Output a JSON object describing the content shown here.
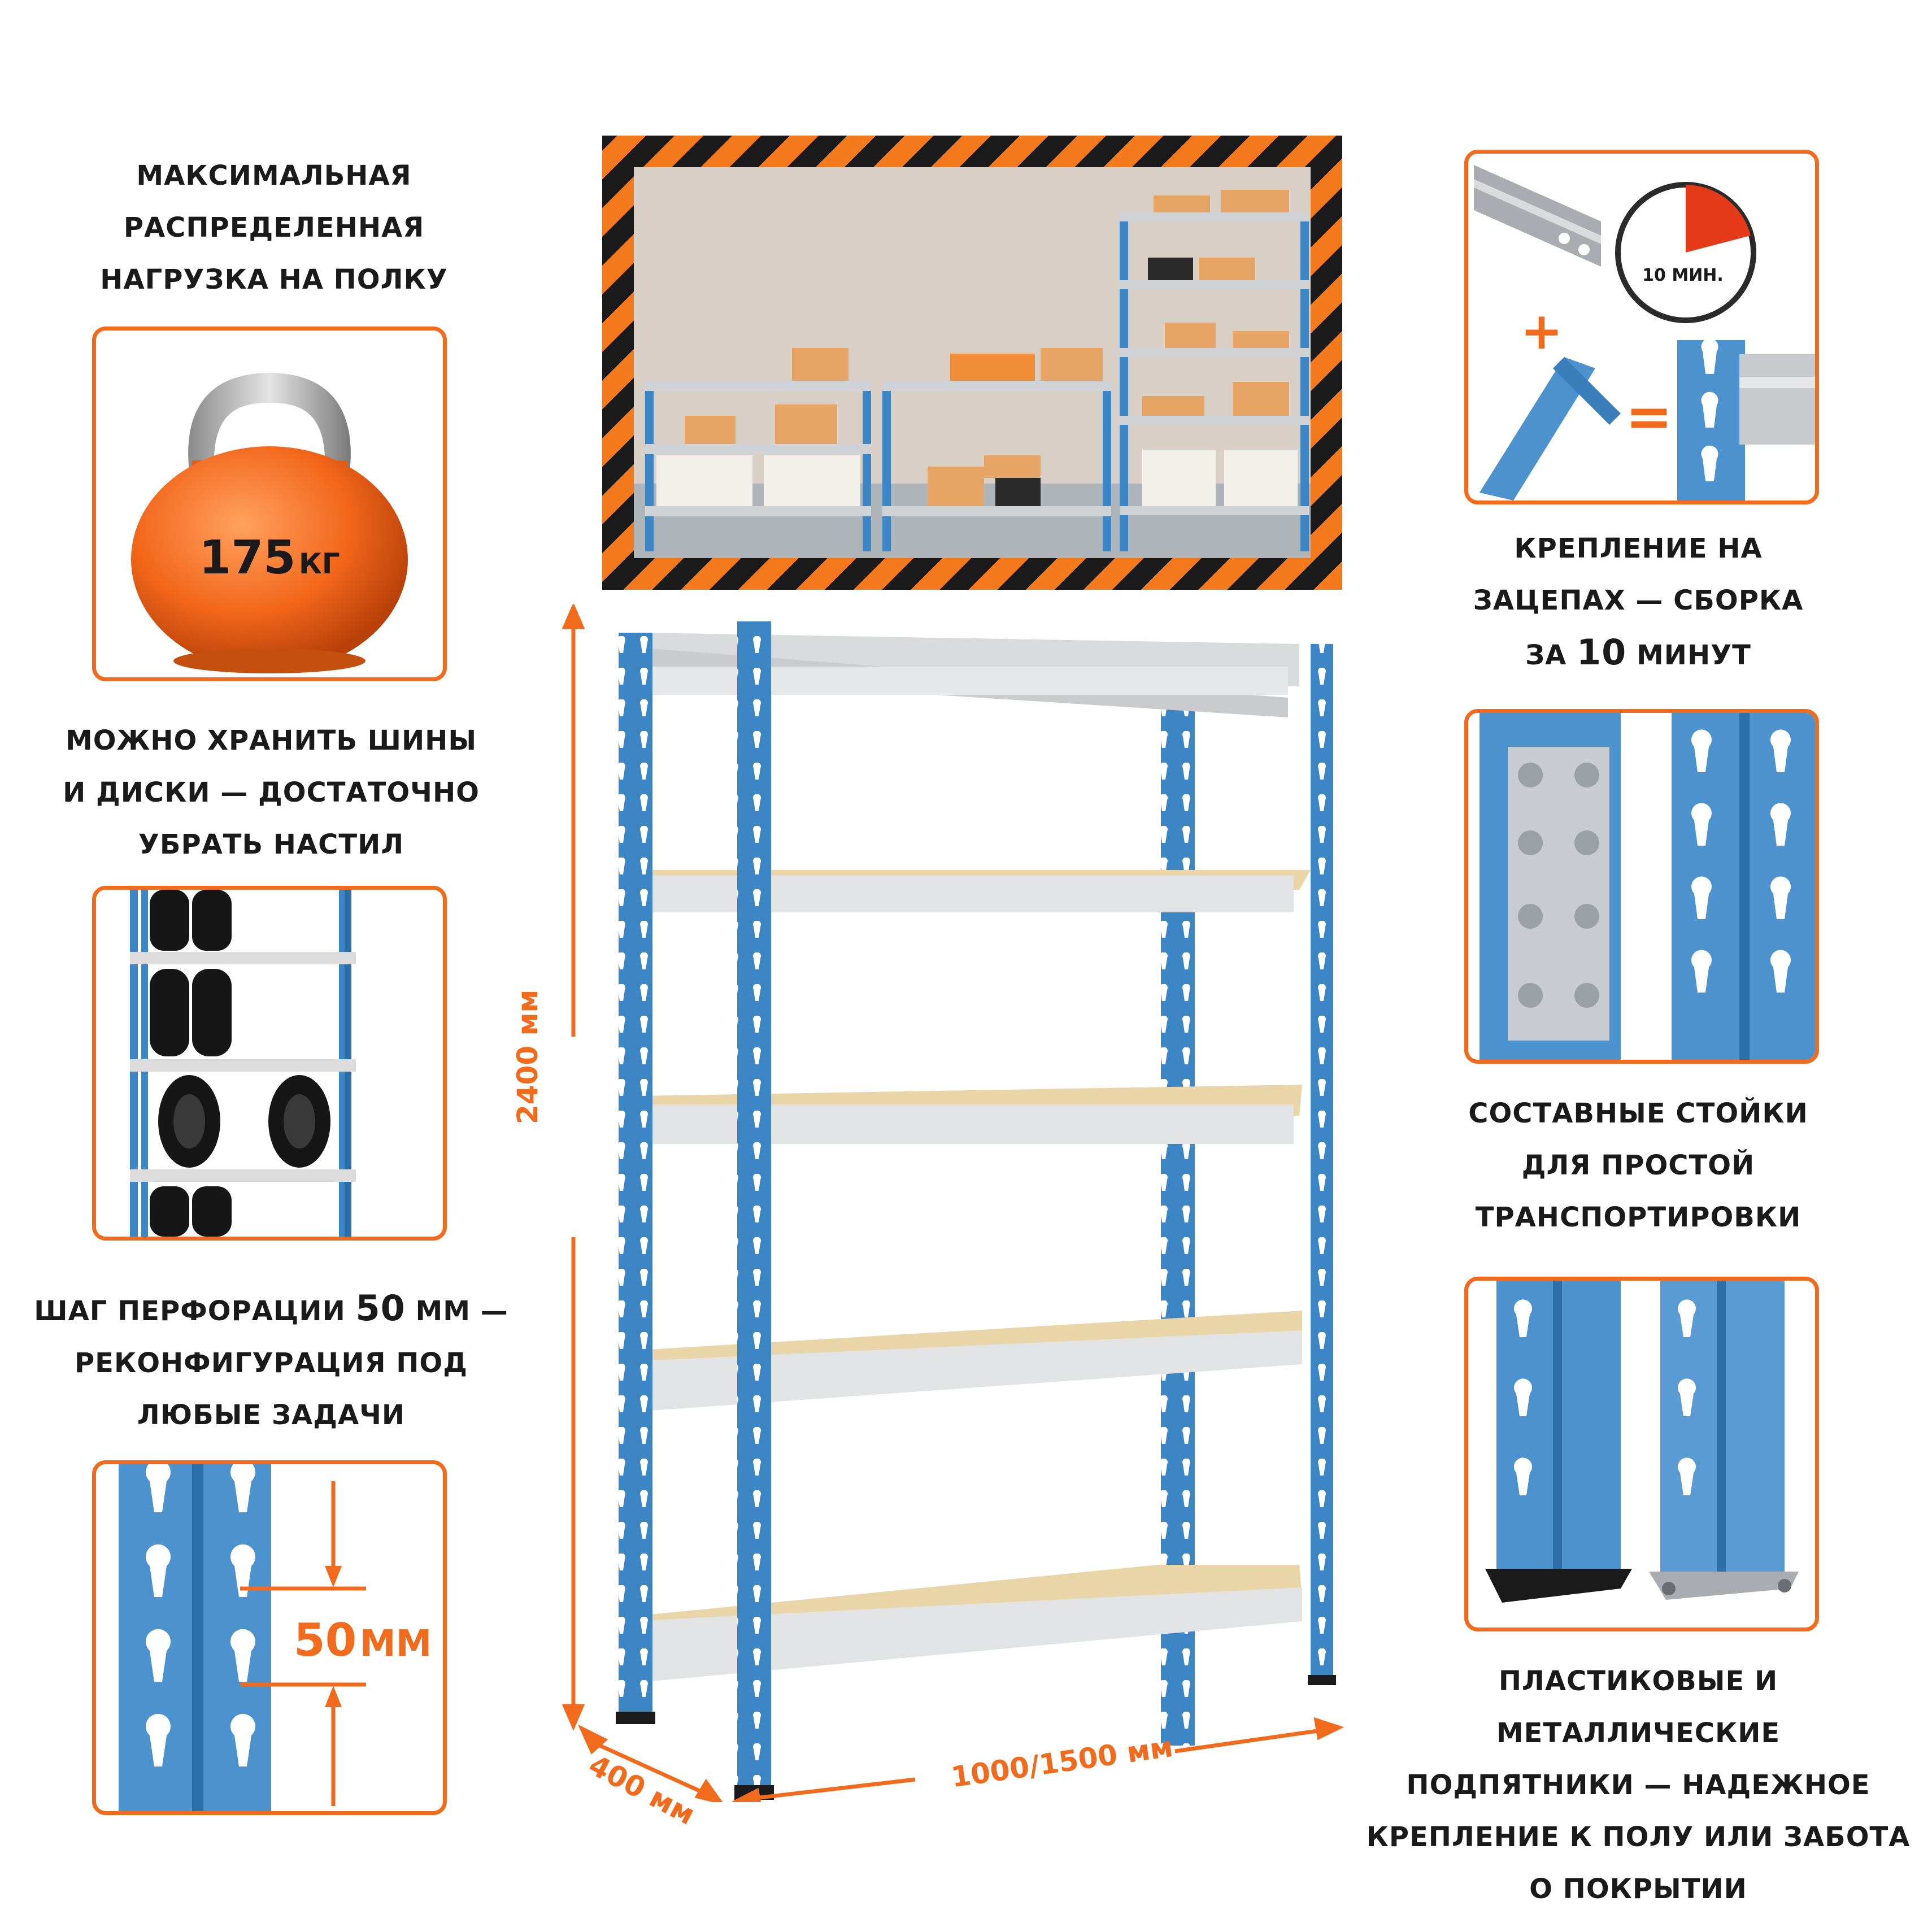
{
  "colors": {
    "accent": "#f26a1b",
    "upright_blue": "#3d86c6",
    "shelf_metal": "#d9dadc",
    "board": "#e9d5a8",
    "text": "#1a1a1a"
  },
  "left": {
    "load_caption": [
      "МАКСИМАЛЬНАЯ",
      "РАСПРЕДЕЛЕННАЯ",
      "НАГРУЗКА НА ПОЛКУ"
    ],
    "load_value": "175",
    "load_unit": "КГ",
    "tires_caption": [
      "МОЖНО ХРАНИТЬ ШИНЫ",
      "И ДИСКИ — ДОСТАТОЧНО",
      "УБРАТЬ НАСТИЛ"
    ],
    "perforation_caption": {
      "line1_before": "ШАГ ПЕРФОРАЦИИ ",
      "line1_value": "50",
      "line1_after": " ММ —",
      "line2": "РЕКОНФИГУРАЦИЯ ПОД",
      "line3": "ЛЮБЫЕ ЗАДАЧИ"
    },
    "perforation_value": "50",
    "perforation_unit": "ММ"
  },
  "right": {
    "assembly_caption": {
      "line1": "КРЕПЛЕНИЕ НА",
      "line2": "ЗАЦЕПАХ — СБОРКА",
      "line3_before": "ЗА ",
      "line3_value": "10",
      "line3_after": " МИНУТ"
    },
    "timer_label": "10 МИН.",
    "plus_sign": "+",
    "equals_sign": "=",
    "uprights_caption": [
      "СОСТАВНЫЕ СТОЙКИ",
      "ДЛЯ ПРОСТОЙ",
      "ТРАНСПОРТИРОВКИ"
    ],
    "feet_caption": [
      "ПЛАСТИКОВЫЕ И МЕТАЛЛИЧЕСКИЕ",
      "ПОДПЯТНИКИ — НАДЕЖНОЕ",
      "КРЕПЛЕНИЕ К ПОЛУ ИЛИ ЗАБОТА",
      "О ПОКРЫТИИ"
    ]
  },
  "dimensions": {
    "height": "2400 мм",
    "depth": "400 мм",
    "width": "1000/1500 мм"
  }
}
